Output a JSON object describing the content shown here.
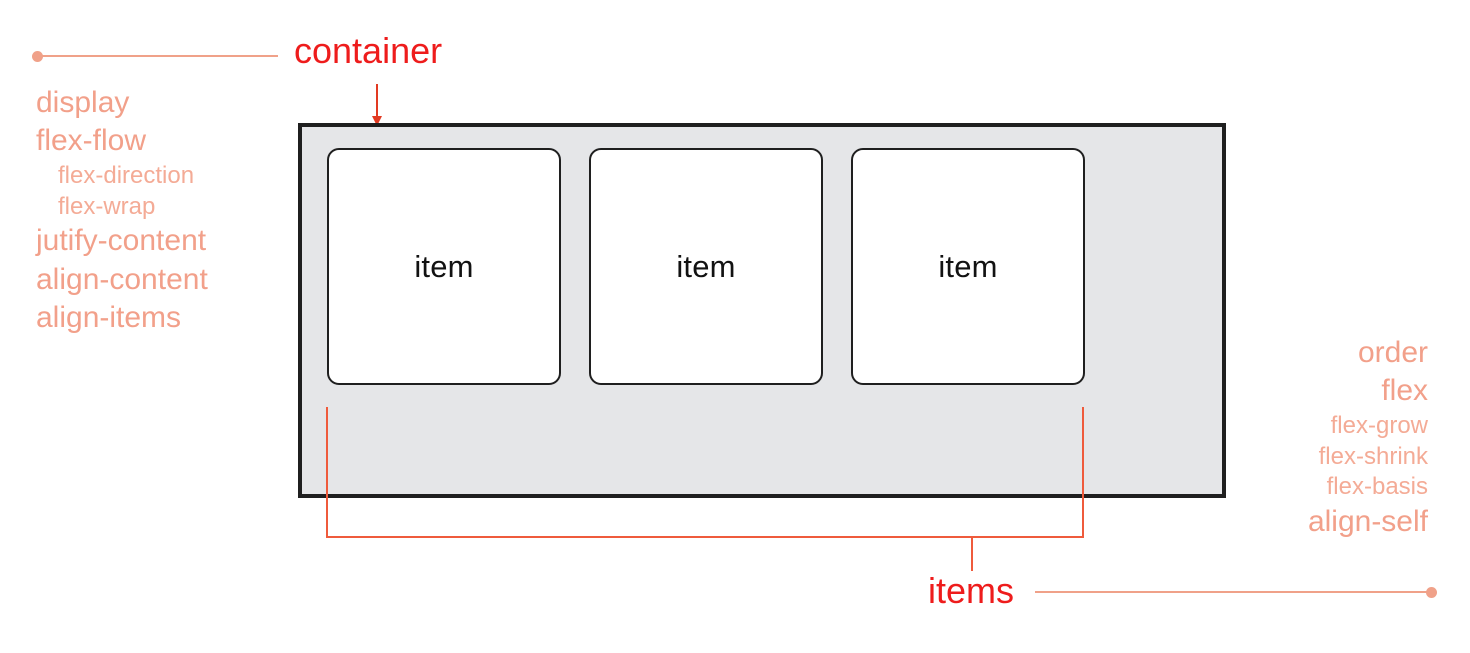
{
  "diagram": {
    "container_label": "container",
    "items_label": "items",
    "item_label": "item",
    "items": [
      {
        "label": "item"
      },
      {
        "label": "item"
      },
      {
        "label": "item"
      }
    ],
    "container_properties": [
      {
        "name": "display",
        "level": 0
      },
      {
        "name": "flex-flow",
        "level": 0
      },
      {
        "name": "flex-direction",
        "level": 1
      },
      {
        "name": "flex-wrap",
        "level": 1
      },
      {
        "name": "jutify-content",
        "level": 0
      },
      {
        "name": "align-content",
        "level": 0
      },
      {
        "name": "align-items",
        "level": 0
      }
    ],
    "item_properties": [
      {
        "name": "order",
        "level": 0
      },
      {
        "name": "flex",
        "level": 0
      },
      {
        "name": "flex-grow",
        "level": 1
      },
      {
        "name": "flex-shrink",
        "level": 1
      },
      {
        "name": "flex-basis",
        "level": 1
      },
      {
        "name": "align-self",
        "level": 0
      }
    ]
  },
  "colors": {
    "callout_red": "#ee1c1c",
    "leader_salmon": "#f0a189",
    "property_salmon": "#f2a08a",
    "property_salmon_light": "#f4ab96",
    "bracket_orange": "#ef5b3c",
    "container_fill": "#e5e6e8",
    "container_stroke": "#1f1f1f",
    "item_fill": "#ffffff",
    "item_stroke": "#1f1f1f",
    "page_background": "#ffffff"
  }
}
